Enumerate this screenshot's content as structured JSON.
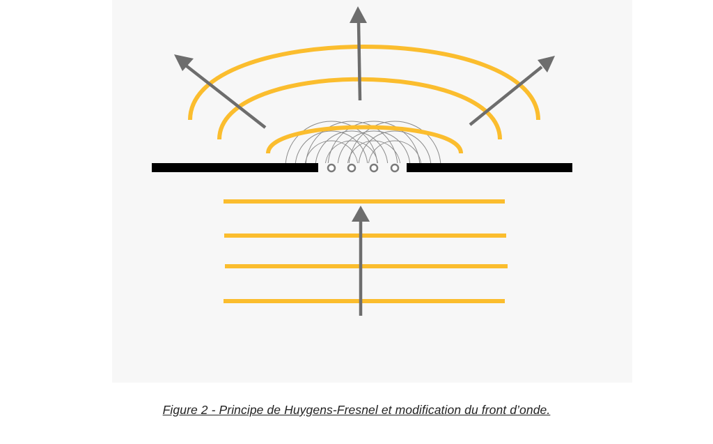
{
  "figure": {
    "caption": "Figure 2 - Principe de Huygens-Fresnel et modification du front d’onde.",
    "elements": [
      "barrier-wall",
      "aperture",
      "secondary-sources",
      "huygens-wavelets",
      "incident-plane-wavefronts",
      "diffracted-wavefronts",
      "propagation-arrows"
    ],
    "secondary_source_count": 4,
    "incident_wavefront_count": 4,
    "diffracted_wavefront_count": 3,
    "colors": {
      "wavefront": "#fbbd2e",
      "arrow": "#6d6d6d",
      "barrier": "#000000",
      "wavelet": "#8a8a8a",
      "source": "#7a7a7a",
      "panel_background": "#f7f7f7"
    }
  }
}
